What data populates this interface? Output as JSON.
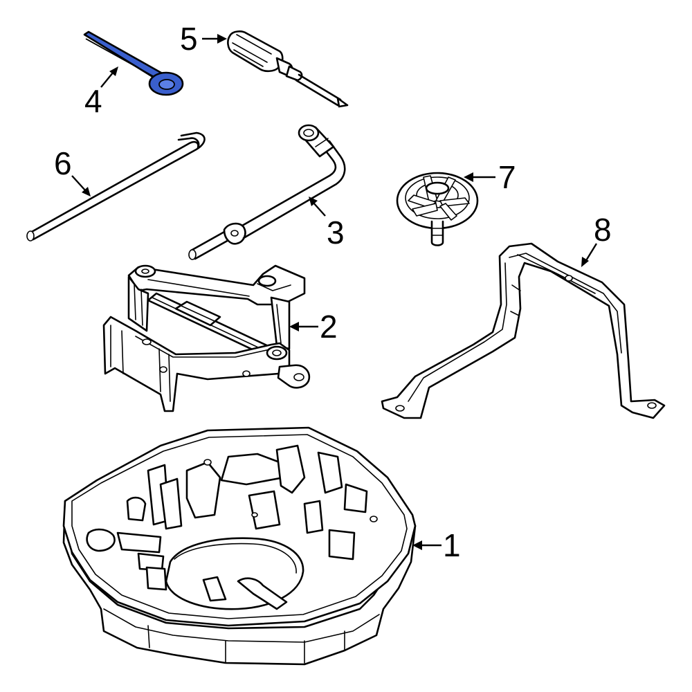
{
  "highlight_color": "#3a5fcd",
  "callouts": [
    {
      "id": "1",
      "label": "1",
      "part": "spare-wheel-tray"
    },
    {
      "id": "2",
      "label": "2",
      "part": "jack"
    },
    {
      "id": "3",
      "label": "3",
      "part": "lug-wrench"
    },
    {
      "id": "4",
      "label": "4",
      "part": "jack-handle",
      "highlighted": true
    },
    {
      "id": "5",
      "label": "5",
      "part": "screwdriver"
    },
    {
      "id": "6",
      "label": "6",
      "part": "hook-rod"
    },
    {
      "id": "7",
      "label": "7",
      "part": "hold-down-bolt"
    },
    {
      "id": "8",
      "label": "8",
      "part": "bracket"
    }
  ]
}
